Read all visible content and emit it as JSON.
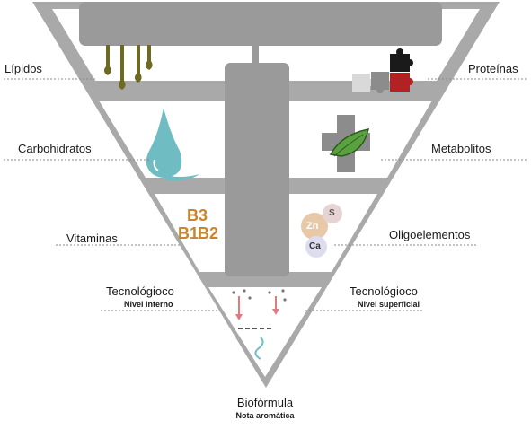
{
  "labels": {
    "lipidos": "Lípidos",
    "proteinas": "Proteínas",
    "carbohidratos": "Carbohidratos",
    "metabolitos": "Metabolitos",
    "vitaminas": "Vitaminas",
    "oligoelementos": "Oligoelementos",
    "tec_interno_title": "Tecnológioco",
    "tec_interno_sub": "Nivel interno",
    "tec_superficial_title": "Tecnológioco",
    "tec_superficial_sub": "Nivel superficial",
    "bioformula": "Biofórmula",
    "nota": "Nota aromática"
  },
  "vitamins": {
    "b3": "B3",
    "b1": "B1",
    "b2": "B2"
  },
  "elements": {
    "zn": "Zn",
    "s": "S",
    "ca": "Ca"
  },
  "icons": [
    "oil-drips-icon",
    "puzzle-pieces-icon",
    "water-drop-icon",
    "cross-leaf-icon",
    "vitamin-letters-icon",
    "mineral-spheres-icon",
    "aroma-swirl-icon"
  ],
  "colors": {
    "frame": "#a9a9a9",
    "frame_dark": "#8f8f8f",
    "oil": "#6e6a24",
    "water": "#6fbcc3",
    "cross": "#8c8c8c",
    "leaf": "#5aa23f",
    "vitamin": "#c9852e",
    "puzzle_red": "#b22222",
    "arrow": "#e07a7f"
  }
}
